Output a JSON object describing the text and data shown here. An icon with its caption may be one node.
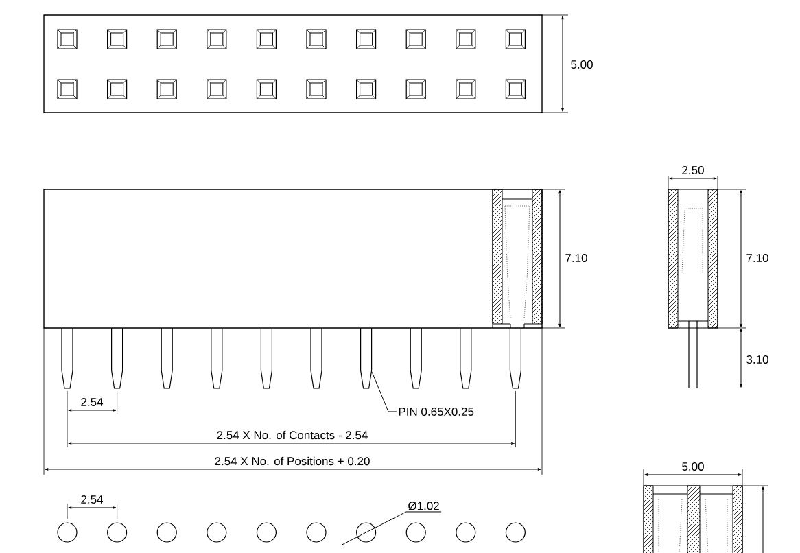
{
  "diagram": {
    "nodes": [
      {
        "text": [
          "PIN 0.65X0.25"
        ]
      },
      {
        "text": [],
        "shape": "bar"
      },
      {
        "text": [
          "Ø1.02"
        ]
      },
      {
        "text": [],
        "shape": "circle"
      },
      {
        "text": [],
        "shape": "circle"
      },
      {
        "text": [],
        "shape": "circle"
      },
      {
        "text": [],
        "shape": "circle"
      },
      {
        "text": [],
        "shape": "circle"
      },
      {
        "text": [],
        "shape": "circle"
      },
      {
        "text": [],
        "shape": "circle"
      },
      {
        "text": [],
        "shape": "circle"
      },
      {
        "text": [],
        "shape": "circle"
      },
      {
        "text": [],
        "shape": "circle"
      }
    ],
    "edges": [
      {
        "from": 0,
        "to": 1,
        "arrow": "none"
      },
      {
        "from": 2,
        "to": 9,
        "arrow": "none"
      }
    ],
    "labels": [
      "5.00",
      "2.50",
      "7.10",
      "7.10",
      "3.10",
      "2.54",
      "2.54 X No. of Contacts - 2.54",
      "2.54 X No. of Positions + 0.20",
      "5.00",
      "2.54"
    ]
  }
}
